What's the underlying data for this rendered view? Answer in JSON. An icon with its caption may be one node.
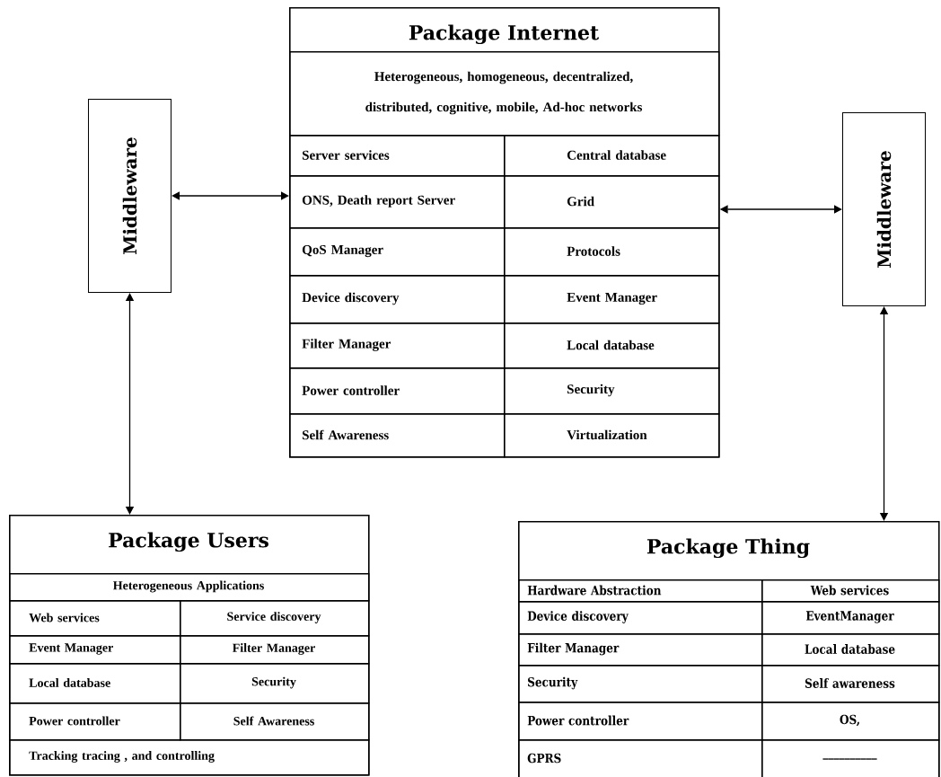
{
  "diagram": {
    "nodes": [
      {
        "text": [
          "Package Internet"
        ]
      },
      {
        "text": [
          "Heterogeneous, homogeneous, decentralized, distributed, cognitive, mobile, Ad-hoc networks"
        ],
        "in": 0
      },
      {
        "text": [
          "Server services"
        ],
        "in": 0
      },
      {
        "text": [
          "Central database"
        ],
        "in": 0
      },
      {
        "text": [
          "ONS, Death report Server"
        ],
        "in": 0
      },
      {
        "text": [
          "Grid"
        ],
        "in": 0
      },
      {
        "text": [
          "QoS Manager"
        ],
        "in": 0
      },
      {
        "text": [
          "Protocols"
        ],
        "in": 0
      },
      {
        "text": [
          "Device discovery"
        ],
        "in": 0
      },
      {
        "text": [
          "Event Manager"
        ],
        "in": 0
      },
      {
        "text": [
          "Filter Manager"
        ],
        "in": 0
      },
      {
        "text": [
          "Local database"
        ],
        "in": 0
      },
      {
        "text": [
          "Power controller"
        ],
        "in": 0
      },
      {
        "text": [
          "Security"
        ],
        "in": 0
      },
      {
        "text": [
          "Self Awareness"
        ],
        "in": 0
      },
      {
        "text": [
          "Virtualization"
        ],
        "in": 0
      },
      {
        "text": [
          "Middleware"
        ]
      },
      {
        "text": [
          "Middleware"
        ]
      },
      {
        "text": [
          "Package Users"
        ]
      },
      {
        "text": [
          "Heterogeneous Applications"
        ],
        "in": 18
      },
      {
        "text": [
          "Web services"
        ],
        "in": 18
      },
      {
        "text": [
          "Service discovery"
        ],
        "in": 18
      },
      {
        "text": [
          "Event Manager"
        ],
        "in": 18
      },
      {
        "text": [
          "Filter Manager"
        ],
        "in": 18
      },
      {
        "text": [
          "Local database"
        ],
        "in": 18
      },
      {
        "text": [
          "Security"
        ],
        "in": 18
      },
      {
        "text": [
          "Power controller"
        ],
        "in": 18
      },
      {
        "text": [
          "Self Awareness"
        ],
        "in": 18
      },
      {
        "text": [
          "Tracking  tracing , and controlling"
        ],
        "in": 18
      },
      {
        "text": [
          "Package Thing"
        ]
      },
      {
        "text": [
          "Hardware Abstraction"
        ],
        "in": 29
      },
      {
        "text": [
          "Web services"
        ],
        "in": 29
      },
      {
        "text": [
          "Device discovery"
        ],
        "in": 29
      },
      {
        "text": [
          "EventManager"
        ],
        "in": 29
      },
      {
        "text": [
          "Filter Manager"
        ],
        "in": 29
      },
      {
        "text": [
          "Local database"
        ],
        "in": 29
      },
      {
        "text": [
          "Security"
        ],
        "in": 29
      },
      {
        "text": [
          "Self awareness"
        ],
        "in": 29
      },
      {
        "text": [
          "Power controller"
        ],
        "in": 29
      },
      {
        "text": [
          "OS,"
        ],
        "in": 29
      },
      {
        "text": [
          "GPRS"
        ],
        "in": 29
      },
      {
        "text": [
          "__________"
        ],
        "in": 29
      }
    ],
    "edges": [
      {
        "from": 16,
        "to": 0,
        "arrow": "both"
      },
      {
        "from": 17,
        "to": 0,
        "arrow": "both"
      },
      {
        "from": 16,
        "to": 18,
        "arrow": "both"
      },
      {
        "from": 17,
        "to": 29,
        "arrow": "both"
      }
    ]
  }
}
